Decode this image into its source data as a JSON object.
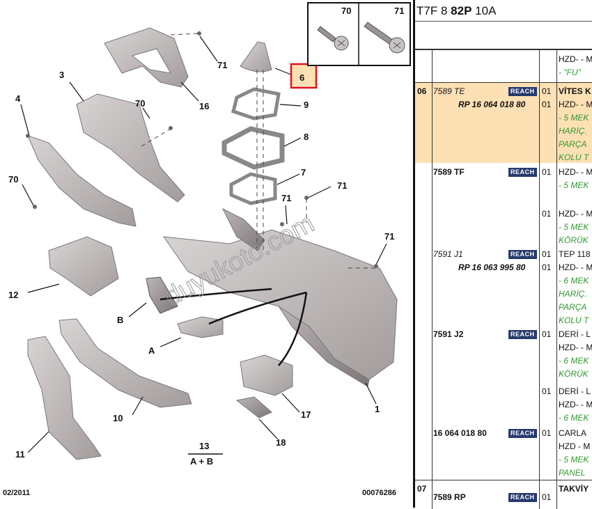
{
  "diagram": {
    "watermark": "duyukoto.com",
    "footer_date": "02/2011",
    "footer_code": "00076286",
    "callouts": {
      "c71a": "71",
      "c16": "16",
      "c3": "3",
      "c70a": "70",
      "c4": "4",
      "c70b": "70",
      "c6": "6",
      "c9": "9",
      "c8": "8",
      "c7": "7",
      "c71b": "71",
      "c71c": "71",
      "c71d": "71",
      "c12": "12",
      "cB": "B",
      "cA": "A",
      "c10": "10",
      "c11": "11",
      "c17": "17",
      "c18": "18",
      "c1": "1",
      "c13": "13",
      "c13sub": "A + B"
    },
    "inset": {
      "label_left": "70",
      "label_right": "71"
    }
  },
  "header": {
    "model": "T7F",
    "num": "8",
    "code": "82P",
    "sub": "10A"
  },
  "table": {
    "reach_label": "REACH",
    "rows": [
      {
        "grp": "",
        "ref": "",
        "qty": "",
        "lines": [
          {
            "t": "HZD- - M",
            "c": "n"
          },
          {
            "t": "- \"FU\"",
            "c": "g"
          }
        ]
      },
      {
        "grp": "06",
        "ref": "7589 TE",
        "pn": "RP 16 064 018 80",
        "qty": "01",
        "qty2": "01",
        "lines": [
          {
            "t": "VİTES K",
            "c": "b"
          },
          {
            "t": "HZD- - M",
            "c": "n"
          },
          {
            "t": "- 5 MEK",
            "c": "g"
          },
          {
            "t": "HARİÇ.",
            "c": "g"
          },
          {
            "t": "PARÇA",
            "c": "g"
          },
          {
            "t": "KOLU T",
            "c": "g"
          }
        ]
      },
      {
        "ref": "7589 TF",
        "qty": "01",
        "lines": [
          {
            "t": "HZD- - M",
            "c": "n"
          },
          {
            "t": "- 5 MEK",
            "c": "g"
          }
        ]
      },
      {
        "qty": "01",
        "lines": [
          {
            "t": "HZD- - M",
            "c": "n"
          },
          {
            "t": "- 5 MEK",
            "c": "g"
          },
          {
            "t": "KÖRÜK",
            "c": "g"
          }
        ]
      },
      {
        "ref": "7591 J1",
        "pn": "RP 16 063 995 80",
        "qty": "01",
        "qty2": "01",
        "lines": [
          {
            "t": "TEP 118",
            "c": "n"
          },
          {
            "t": "HZD- - M",
            "c": "n"
          },
          {
            "t": "- 6 MEK",
            "c": "g"
          },
          {
            "t": "HARİÇ.",
            "c": "g"
          },
          {
            "t": "PARÇA",
            "c": "g"
          },
          {
            "t": "KOLU T",
            "c": "g"
          }
        ]
      },
      {
        "ref": "7591 J2",
        "qty": "01",
        "lines": [
          {
            "t": "DERİ - L",
            "c": "n"
          },
          {
            "t": "HZD- - M",
            "c": "n"
          },
          {
            "t": "- 6 MEK",
            "c": "g"
          },
          {
            "t": "KÖRÜK",
            "c": "g"
          }
        ]
      },
      {
        "qty": "01",
        "lines": [
          {
            "t": "DERİ - L",
            "c": "n"
          },
          {
            "t": "HZD- - M",
            "c": "n"
          },
          {
            "t": "- 6 MEK",
            "c": "g"
          }
        ]
      },
      {
        "ref": "16 064 018 80",
        "qty": "01",
        "lines": [
          {
            "t": "CARLA",
            "c": "n"
          },
          {
            "t": "HZD - M",
            "c": "n"
          },
          {
            "t": "- 5 MEK",
            "c": "g"
          },
          {
            "t": "PANEL",
            "c": "g"
          }
        ]
      },
      {
        "grp": "07",
        "ref": "7589 RP",
        "qty": "01",
        "lines": [
          {
            "t": "TAKVİY",
            "c": "b"
          }
        ]
      }
    ]
  }
}
